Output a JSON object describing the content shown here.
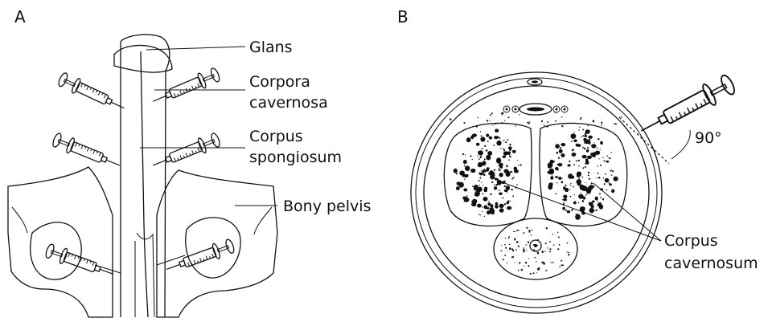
{
  "panels": {
    "a": {
      "letter": "A",
      "labels": {
        "glans": "Glans",
        "corpora_line1": "Corpora",
        "corpora_line2": "cavernosa",
        "spongiosum_line1": "Corpus",
        "spongiosum_line2": "spongiosum",
        "bony_pelvis": "Bony pelvis"
      }
    },
    "b": {
      "letter": "B",
      "angle": "90°",
      "labels": {
        "cavernosum_line1": "Corpus",
        "cavernosum_line2": "cavernosum"
      }
    }
  },
  "colors": {
    "ink": "#111111",
    "background": "#ffffff"
  }
}
